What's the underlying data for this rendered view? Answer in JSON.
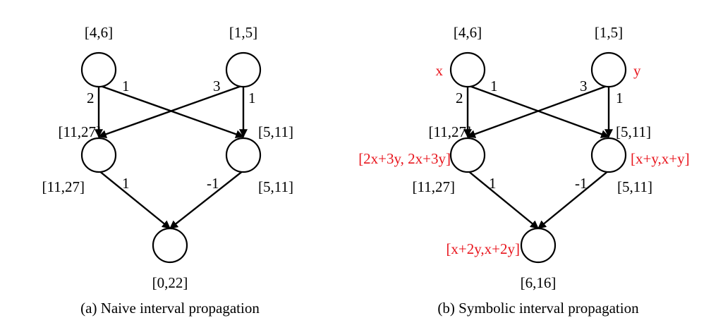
{
  "panels": [
    {
      "caption": "(a) Naive interval propagation",
      "inputs": [
        {
          "interval": "[4,6]"
        },
        {
          "interval": "[1,5]"
        }
      ],
      "hidden": [
        {
          "interval_in": "[11,27]",
          "interval_out": "[11,27]"
        },
        {
          "interval_in": "[5,11]",
          "interval_out": "[5,11]"
        }
      ],
      "output": {
        "interval": "[0,22]"
      },
      "weights": {
        "w_a1_h1": "2",
        "w_a1_h2": "1",
        "w_a2_h1": "3",
        "w_a2_h2": "1",
        "w_h1_o": "1",
        "w_h2_o": "-1"
      }
    },
    {
      "caption": "(b) Symbolic interval propagation",
      "inputs": [
        {
          "interval": "[4,6]",
          "symbol": "x"
        },
        {
          "interval": "[1,5]",
          "symbol": "y"
        }
      ],
      "hidden": [
        {
          "interval_in": "[11,27]",
          "interval_out": "[11,27]",
          "symbolic": "[2x+3y, 2x+3y]"
        },
        {
          "interval_in": "[5,11]",
          "interval_out": "[5,11]",
          "symbolic": "[x+y,x+y]"
        }
      ],
      "output": {
        "interval": "[6,16]",
        "symbolic": "[x+2y,x+2y]"
      },
      "weights": {
        "w_a1_h1": "2",
        "w_a1_h2": "1",
        "w_a2_h1": "3",
        "w_a2_h2": "1",
        "w_h1_o": "1",
        "w_h2_o": "-1"
      }
    }
  ],
  "colors": {
    "symbolic": "#e8141c",
    "ink": "#000000"
  }
}
